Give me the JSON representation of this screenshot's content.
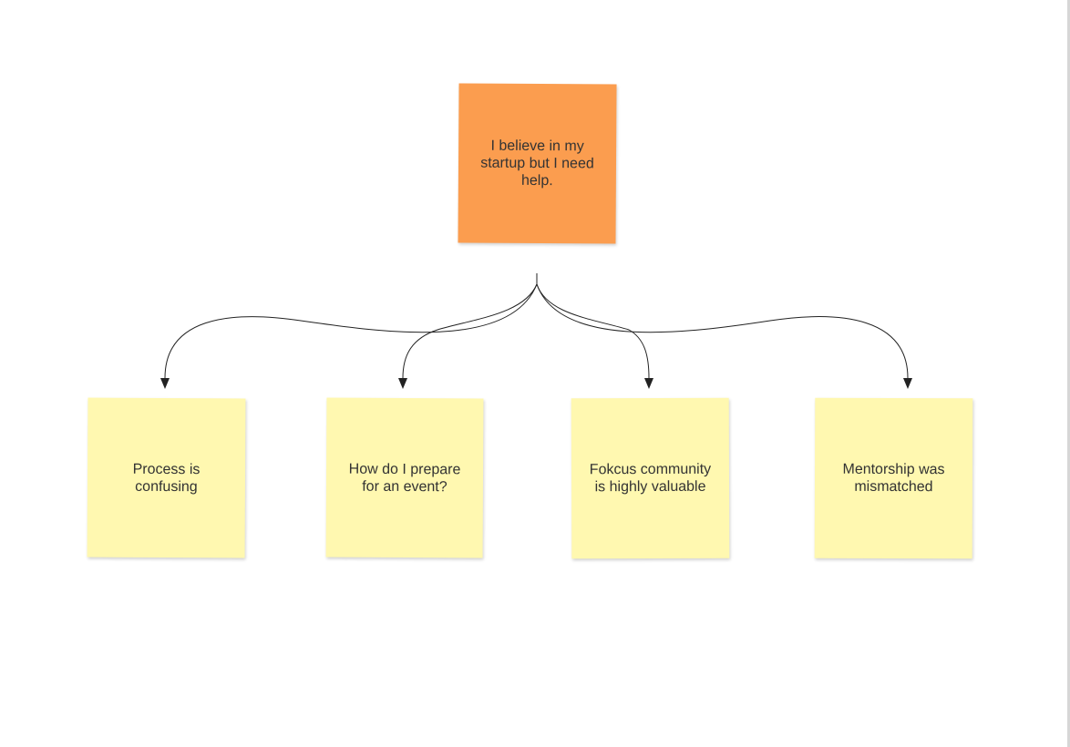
{
  "root_note": {
    "text": "I believe in my startup but I need help.",
    "color": "#fb9d4f"
  },
  "child_notes": [
    {
      "text": "Process is confusing",
      "color": "#fff8b0"
    },
    {
      "text": "How do I prepare for an event?",
      "color": "#fff8b0"
    },
    {
      "text": "Fokcus community is highly valuable",
      "color": "#fff8b0"
    },
    {
      "text": "Mentorship was mismatched",
      "color": "#fff8b0"
    }
  ],
  "connector_color": "#222222",
  "connector_style": "curved-arrow"
}
